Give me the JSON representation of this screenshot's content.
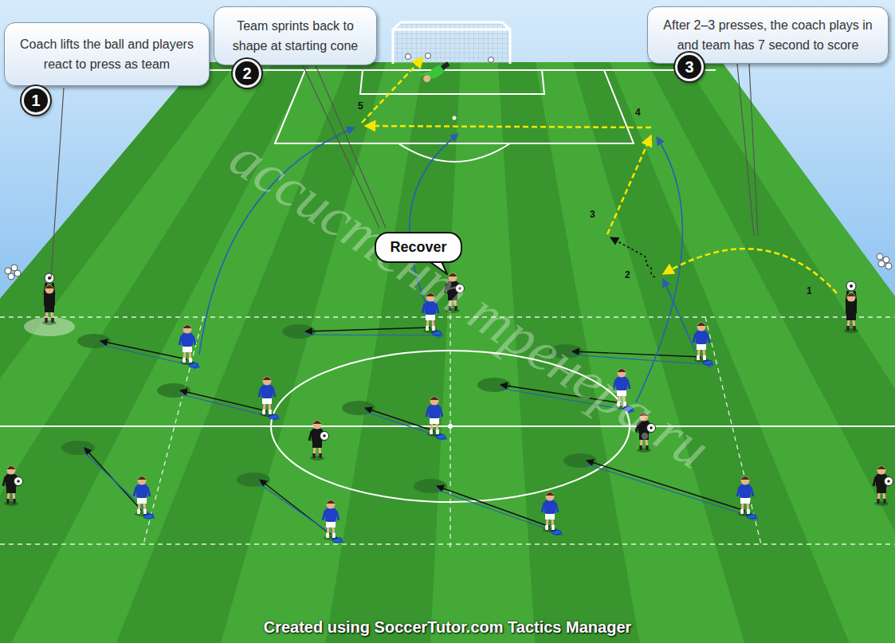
{
  "diagram": {
    "caption": "Created using SoccerTutor.com Tactics Manager",
    "nodes": [
      {
        "text": [
          "Coach lifts the ball and players react to press as team"
        ]
      },
      {
        "text": [
          "1"
        ]
      },
      {
        "text": [
          "Team sprints back to shape at starting cone"
        ]
      },
      {
        "text": [
          "2"
        ]
      },
      {
        "text": [
          "After 2–3 presses, the coach plays in and team has 7 second to score"
        ]
      },
      {
        "text": [
          "3"
        ]
      },
      {
        "text": [
          "Recover"
        ]
      }
    ],
    "labels": [
      "1",
      "2",
      "3",
      "4",
      "5",
      "ассистент тренера.ru"
    ]
  }
}
